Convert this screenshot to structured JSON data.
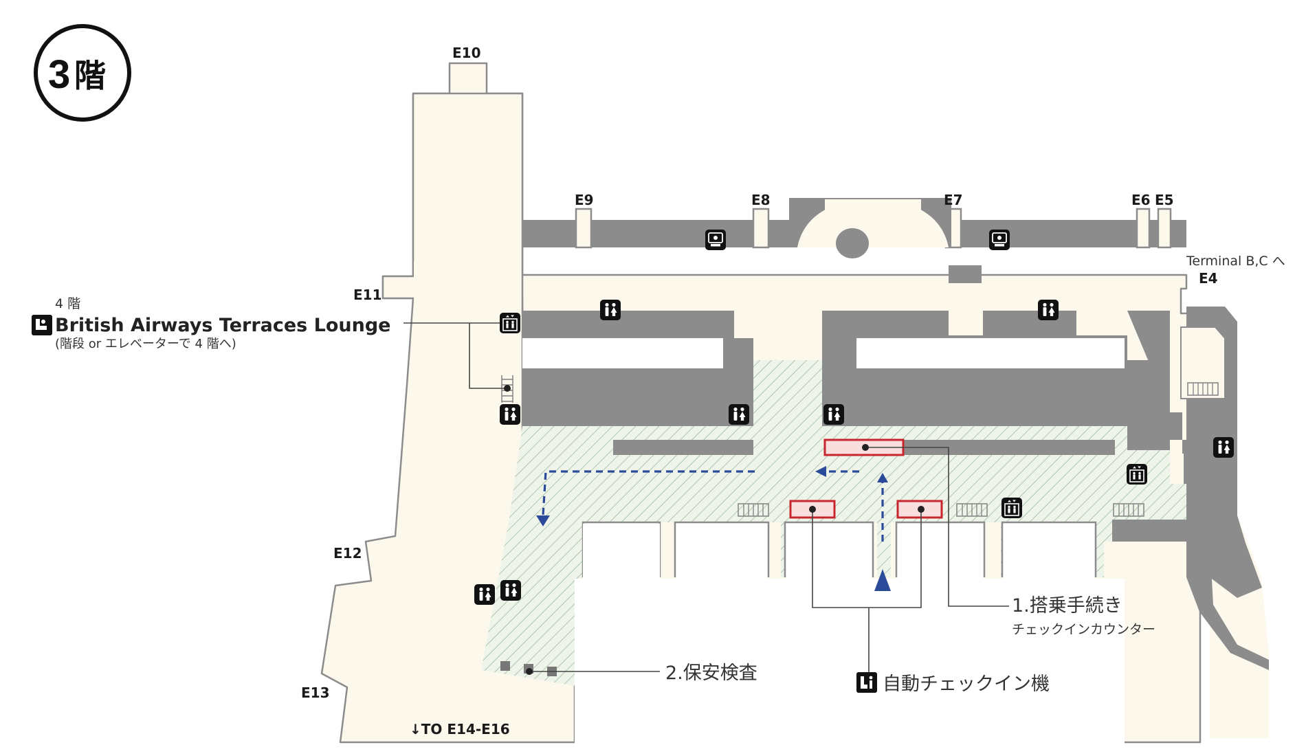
{
  "floor": {
    "number": "3",
    "char": "階"
  },
  "gates": {
    "e10": "E10",
    "e9": "E9",
    "e8": "E8",
    "e7": "E7",
    "e6": "E6",
    "e5": "E5",
    "e4": "E4",
    "e11": "E11",
    "e12": "E12",
    "e13": "E13"
  },
  "terminal_link": "Terminal B,C へ",
  "to_more_gates": "↓TO E14-E16",
  "lounge": {
    "floor_note": "4 階",
    "name": "British Airways Terraces Lounge",
    "access_note": "(階段 or エレベーターで 4 階へ)"
  },
  "checkin": {
    "title": "1.搭乗手続き",
    "subtitle": "チェックインカウンター"
  },
  "security": {
    "title": "2.保安検査"
  },
  "kiosk": {
    "title": "自動チェックイン機"
  },
  "colors": {
    "floor": "#fdf8ec",
    "outline": "#8c8c8c",
    "dark": "#8c8c8c",
    "hatch": "#9dbb9d",
    "hatch_bg": "#eef4ea",
    "arrow": "#2b4a9a",
    "counter": "#c8262e",
    "counter_fill": "#f9dede"
  },
  "icons": [
    "restroom-icon",
    "elevator-icon",
    "atm-icon",
    "escalator-icon",
    "stairs-icon",
    "lounge-icon",
    "kiosk-icon"
  ]
}
